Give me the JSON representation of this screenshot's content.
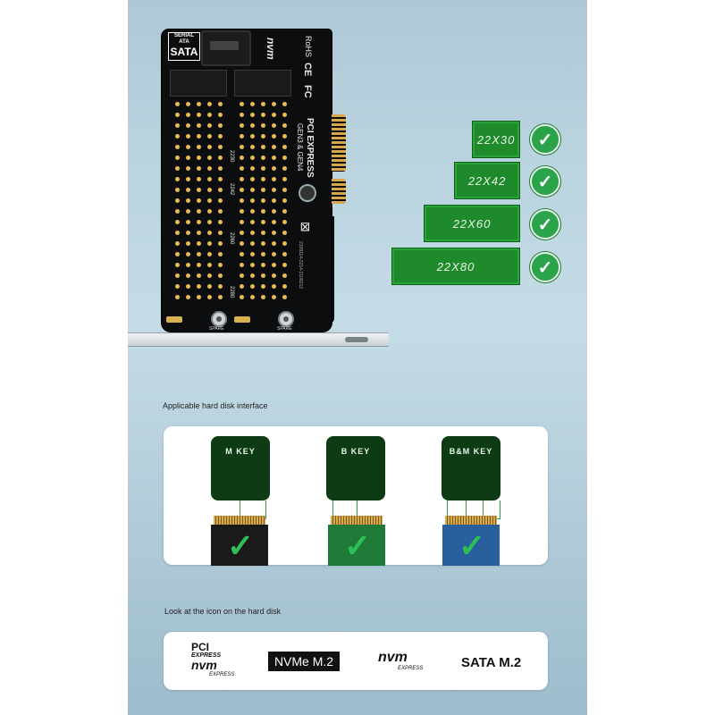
{
  "product_image": {
    "pcb": {
      "sata_logo": "SERIAL ATA",
      "sata_sub": "SATA",
      "nvme_logo": "nvm",
      "rohs": "RoHS",
      "ce": "CE",
      "fc": "FC",
      "pcie_logo": "PCI EXPRESS",
      "gen_text": "GEN3 & GEN4",
      "lengths_b": [
        "2230",
        "2242",
        "2260",
        "2280"
      ],
      "spare_label": "SPARE",
      "serial": "2108114-2214-2108212"
    }
  },
  "supported_lengths": [
    {
      "label": "22X30",
      "supported": true
    },
    {
      "label": "22X42",
      "supported": true
    },
    {
      "label": "22X60",
      "supported": true
    },
    {
      "label": "22X80",
      "supported": true
    }
  ],
  "interface_section": {
    "title": "Applicable hard disk interface",
    "keys": [
      {
        "label": "M KEY",
        "ssd": "black"
      },
      {
        "label": "B KEY",
        "ssd": "green"
      },
      {
        "label": "B&M KEY",
        "ssd": "blue"
      }
    ]
  },
  "icon_section": {
    "title": "Look at the icon on the hard disk",
    "logos": [
      {
        "line1": "PCI",
        "line2": "EXPRESS",
        "line3": "nvm",
        "line4": "EXPRESS"
      },
      {
        "text": "NVMe M.2"
      },
      {
        "text": "nvm",
        "sub": "EXPRESS"
      },
      {
        "text": "SATA M.2"
      }
    ]
  },
  "colors": {
    "background": "#b9d3df",
    "card_green": "#1f8a2c",
    "check_green": "#2aa34a",
    "key_label_bg": "#0d3b14",
    "pcb_black": "#0c0d0f",
    "contact_gold": "#e8b957"
  }
}
